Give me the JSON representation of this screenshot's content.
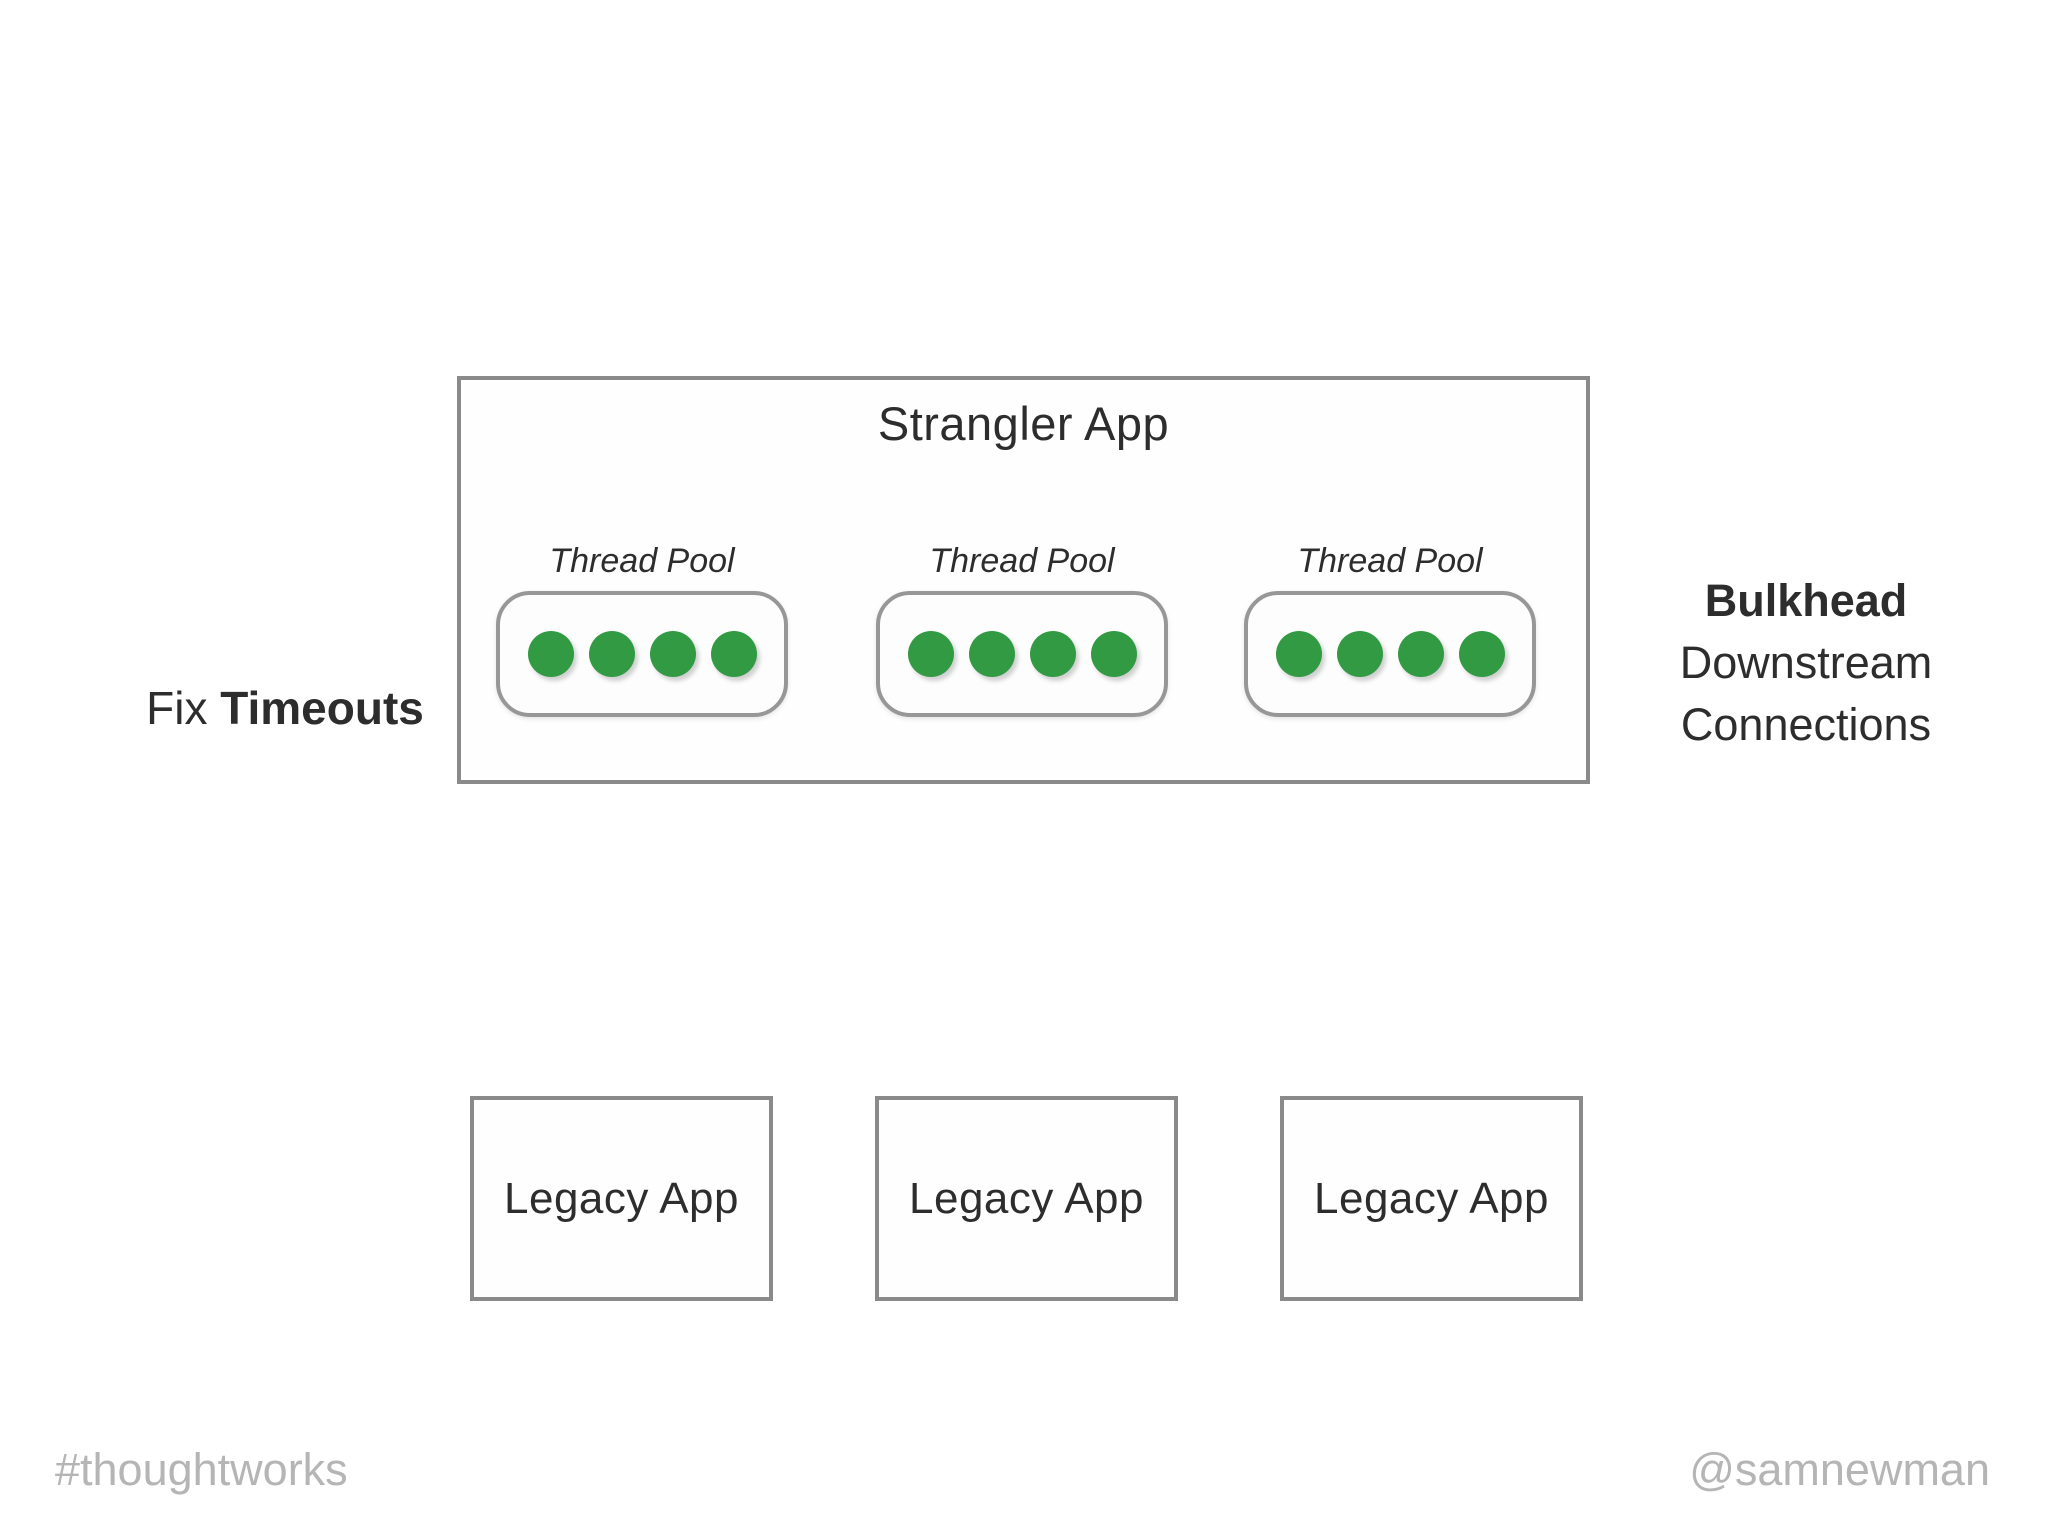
{
  "labels": {
    "fix_prefix": "Fix ",
    "fix_emphasis": "Timeouts",
    "bulkhead_emphasis": "Bulkhead",
    "bulkhead_line2": "Downstream",
    "bulkhead_line3": "Connections"
  },
  "strangler": {
    "title": "Strangler App",
    "thread_pools": [
      {
        "label": "Thread Pool",
        "dots": 4
      },
      {
        "label": "Thread Pool",
        "dots": 4
      },
      {
        "label": "Thread Pool",
        "dots": 4
      }
    ]
  },
  "legacy_apps": [
    {
      "label": "Legacy App"
    },
    {
      "label": "Legacy App"
    },
    {
      "label": "Legacy App"
    }
  ],
  "footer": {
    "left": "#thoughtworks",
    "right": "@samnewman"
  },
  "colors": {
    "dot_green": "#339a44",
    "box_border": "#8a8a8a",
    "pool_border": "#979797",
    "text_dark": "#2d2d2d",
    "footer_gray": "#b5b5b5"
  }
}
